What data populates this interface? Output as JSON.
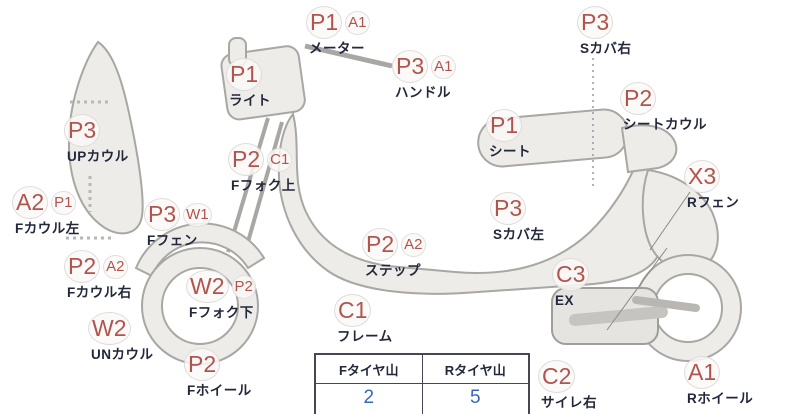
{
  "diagram": {
    "labels": [
      {
        "code": "P1",
        "sub": "A1",
        "part": "メーター"
      },
      {
        "code": "P3",
        "sub": "",
        "part": "Sカバ右"
      },
      {
        "code": "P1",
        "sub": "",
        "part": "ライト"
      },
      {
        "code": "P3",
        "sub": "A1",
        "part": "ハンドル"
      },
      {
        "code": "P2",
        "sub": "",
        "part": "シートカウル"
      },
      {
        "code": "P3",
        "sub": "",
        "part": "UPカウル"
      },
      {
        "code": "P2",
        "sub": "C1",
        "part": "Fフォク上"
      },
      {
        "code": "P1",
        "sub": "",
        "part": "シート"
      },
      {
        "code": "X3",
        "sub": "",
        "part": "Rフェン"
      },
      {
        "code": "A2",
        "sub": "P1",
        "part": "Fカウル左"
      },
      {
        "code": "P3",
        "sub": "W1",
        "part": "Fフェン"
      },
      {
        "code": "P3",
        "sub": "",
        "part": "Sカバ左"
      },
      {
        "code": "P2",
        "sub": "A2",
        "part": "ステップ"
      },
      {
        "code": "P2",
        "sub": "A2",
        "part": "Fカウル右"
      },
      {
        "code": "C3",
        "sub": "",
        "part": "EX"
      },
      {
        "code": "W2",
        "sub": "P2",
        "part": "Fフォク下"
      },
      {
        "code": "W2",
        "sub": "",
        "part": "UNカウル"
      },
      {
        "code": "C1",
        "sub": "",
        "part": "フレーム"
      },
      {
        "code": "P2",
        "sub": "",
        "part": "Fホイール"
      },
      {
        "code": "C2",
        "sub": "",
        "part": "サイレ右"
      },
      {
        "code": "A1",
        "sub": "",
        "part": "Rホイール"
      }
    ],
    "tire_table": {
      "front_header": "Fタイヤ山",
      "rear_header": "Rタイヤ山",
      "front_value": "2",
      "rear_value": "5"
    },
    "colors": {
      "code_red": "#b2544e",
      "part_text": "#23273a",
      "value_blue": "#3566c1"
    }
  }
}
